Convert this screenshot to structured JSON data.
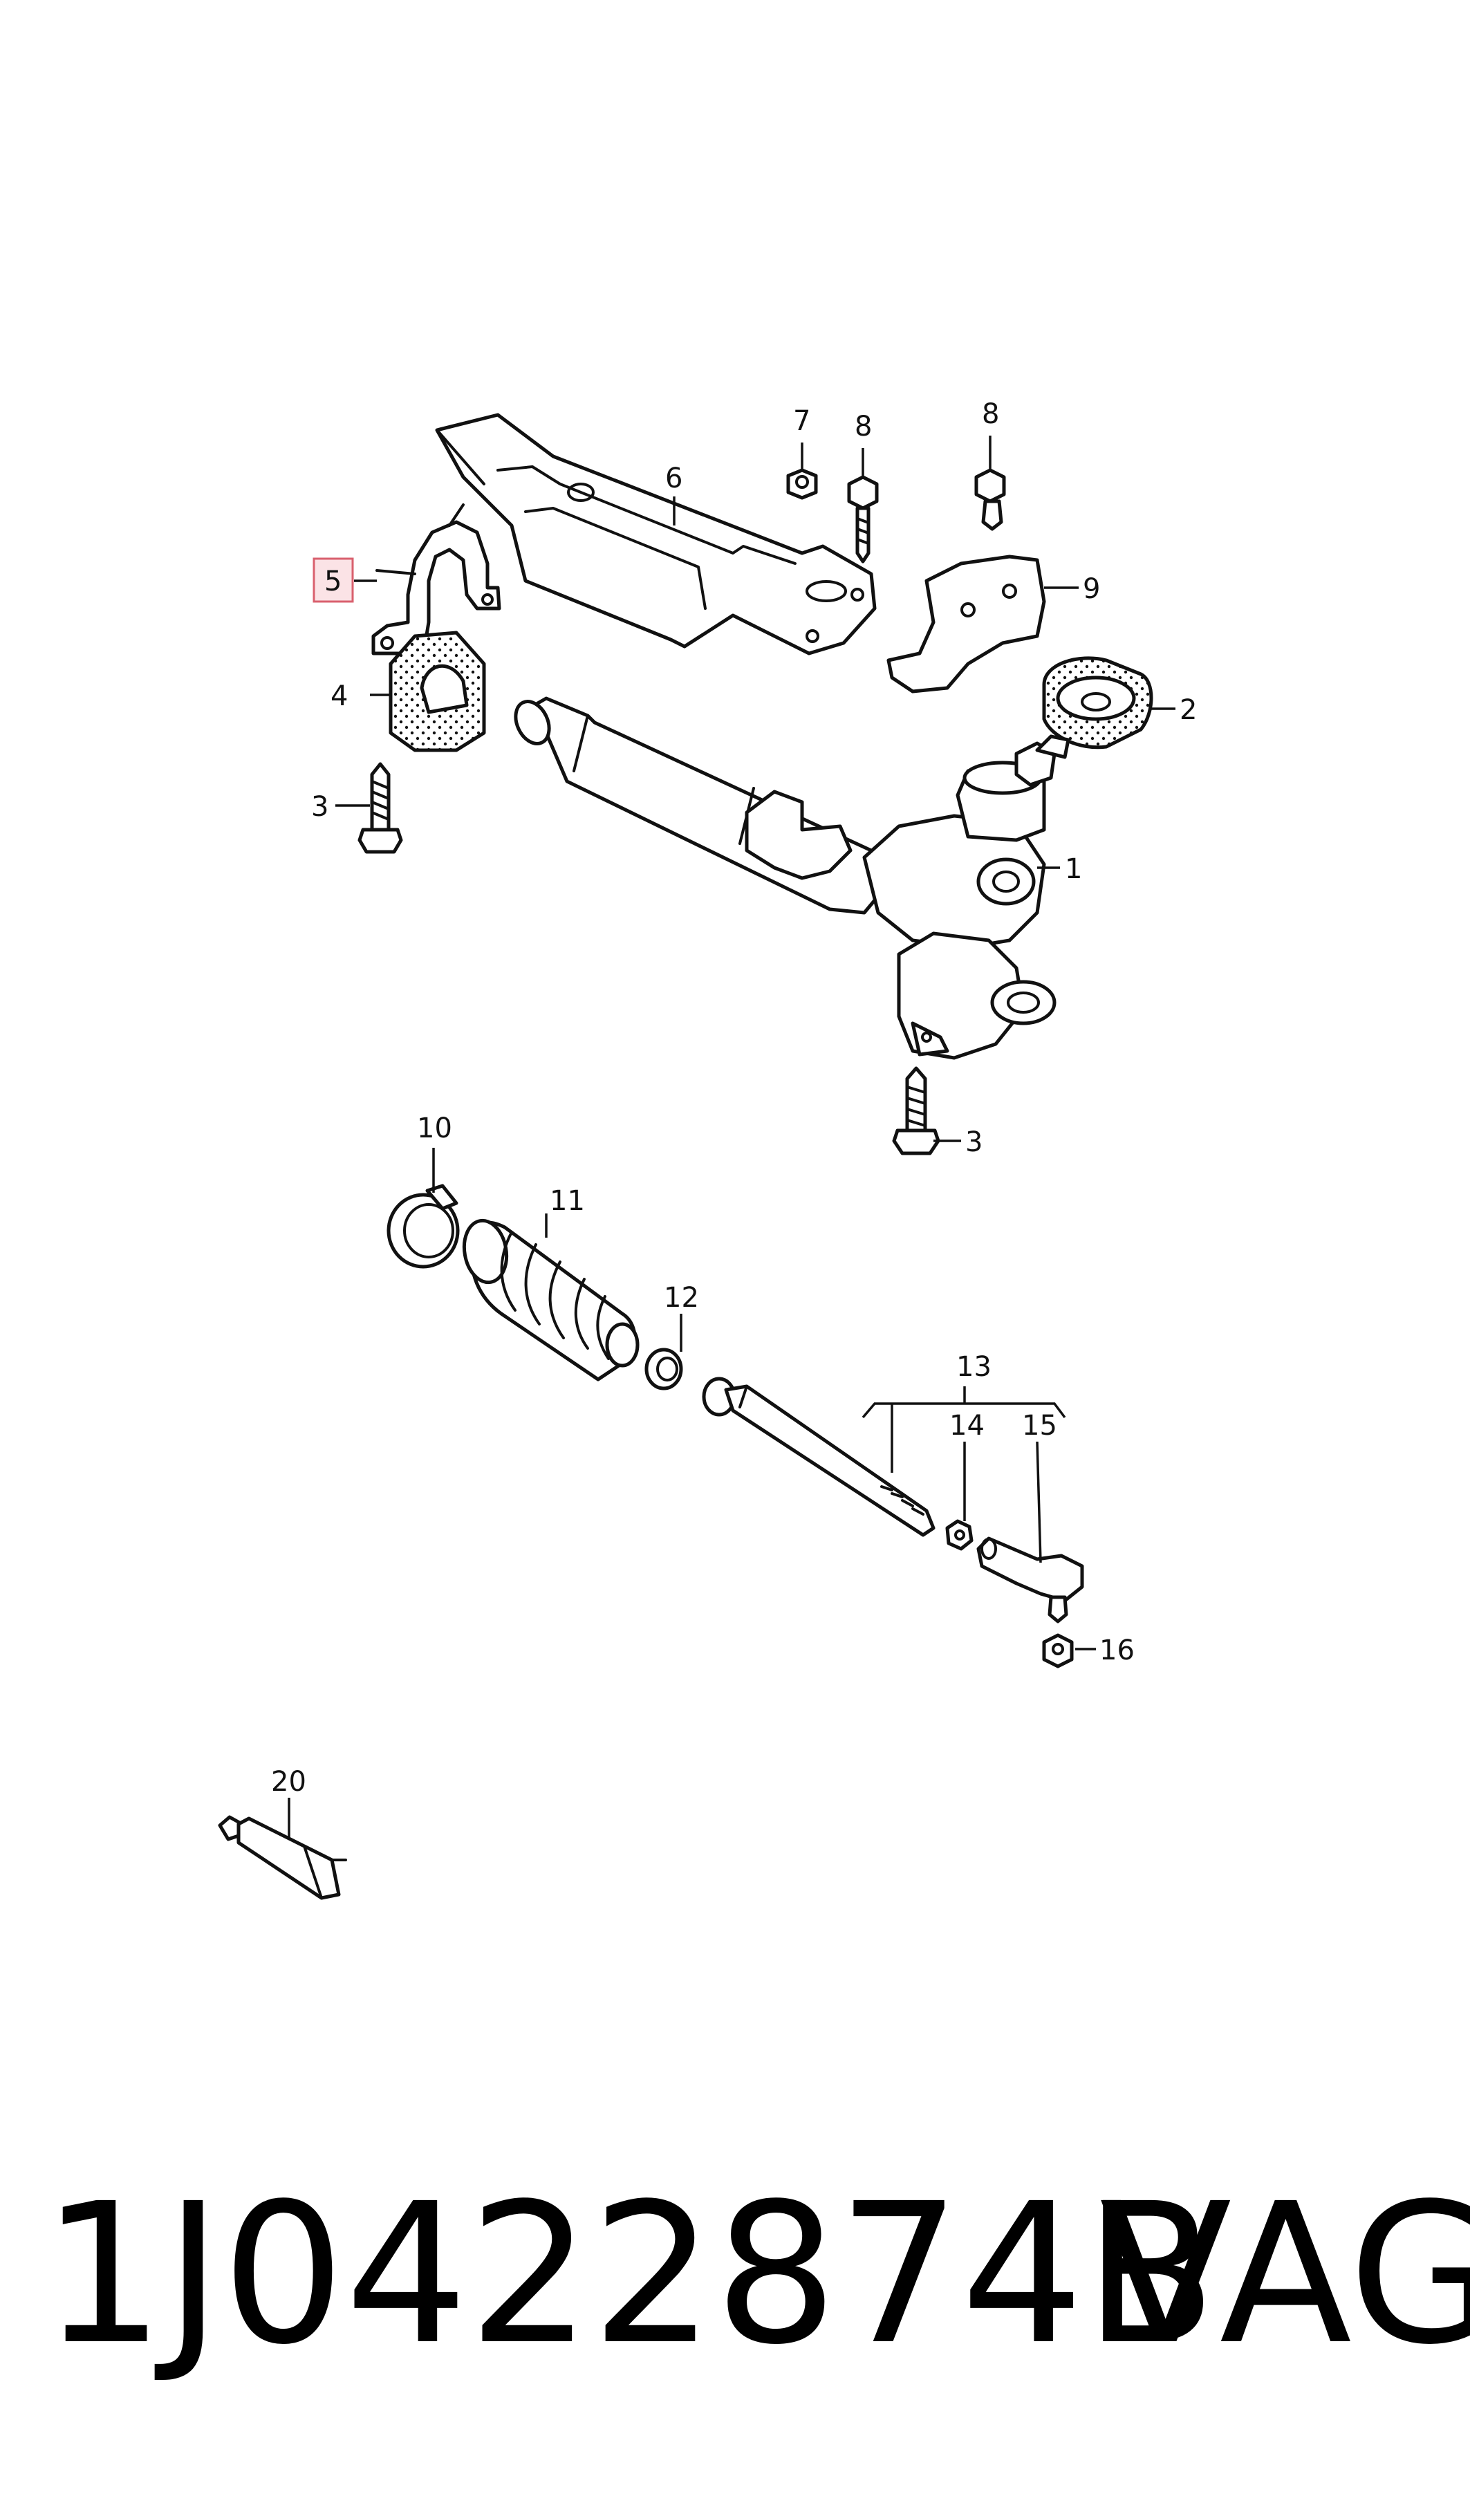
{
  "callouts": [
    {
      "id": "c1",
      "text": "1"
    },
    {
      "id": "c2",
      "text": "2"
    },
    {
      "id": "c3a",
      "text": "3"
    },
    {
      "id": "c3b",
      "text": "3"
    },
    {
      "id": "c4",
      "text": "4"
    },
    {
      "id": "c5",
      "text": "5",
      "highlighted": true
    },
    {
      "id": "c6",
      "text": "6"
    },
    {
      "id": "c7",
      "text": "7"
    },
    {
      "id": "c8a",
      "text": "8"
    },
    {
      "id": "c8b",
      "text": "8"
    },
    {
      "id": "c9",
      "text": "9"
    },
    {
      "id": "c10",
      "text": "10"
    },
    {
      "id": "c11",
      "text": "11"
    },
    {
      "id": "c12",
      "text": "12"
    },
    {
      "id": "c13",
      "text": "13"
    },
    {
      "id": "c14",
      "text": "14"
    },
    {
      "id": "c15",
      "text": "15"
    },
    {
      "id": "c16",
      "text": "16"
    },
    {
      "id": "c20",
      "text": "20"
    }
  ],
  "caption": {
    "part_number": "1J0422874B",
    "brand": "VAG"
  },
  "colors": {
    "line": "#111111",
    "highlight_fill": "#fbe3e6",
    "highlight_stroke": "#d9606e"
  }
}
